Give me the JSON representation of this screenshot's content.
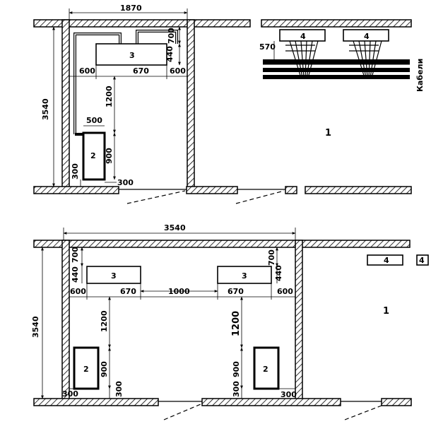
{
  "top_plan": {
    "dimensions": {
      "width_top": "1870",
      "height_left": "3540",
      "gap_700": "700",
      "gap_440": "440",
      "left_600": "600",
      "mid_670": "670",
      "right_600": "600",
      "drop_1200": "1200",
      "cab_width_500": "500",
      "cab_height_900": "900",
      "bottom_300_left": "300",
      "bottom_300_right": "300"
    },
    "labels": {
      "transformer": "3",
      "cabinet": "2",
      "room": "1"
    }
  },
  "section_view": {
    "dimension_570": "570",
    "bus_left": "4",
    "bus_right": "4",
    "cables_label": "Кабели"
  },
  "bottom_plan": {
    "dimensions": {
      "width_top": "3540",
      "height_left": "3540",
      "left_700": "700",
      "left_440": "440",
      "right_700": "700",
      "right_440": "440",
      "left_600": "600",
      "left_670": "670",
      "middle_1000": "1000",
      "right_670": "670",
      "right_600": "600",
      "left_1200": "1200",
      "right_1200": "1200",
      "left_900": "900",
      "right_900": "900",
      "left_300a": "300",
      "left_300b": "300",
      "right_300a": "300",
      "right_300b": "300"
    },
    "labels": {
      "transformer_left": "3",
      "transformer_right": "3",
      "cabinet_left": "2",
      "cabinet_right": "2",
      "room": "1",
      "bus_a": "4",
      "bus_b": "4"
    }
  }
}
